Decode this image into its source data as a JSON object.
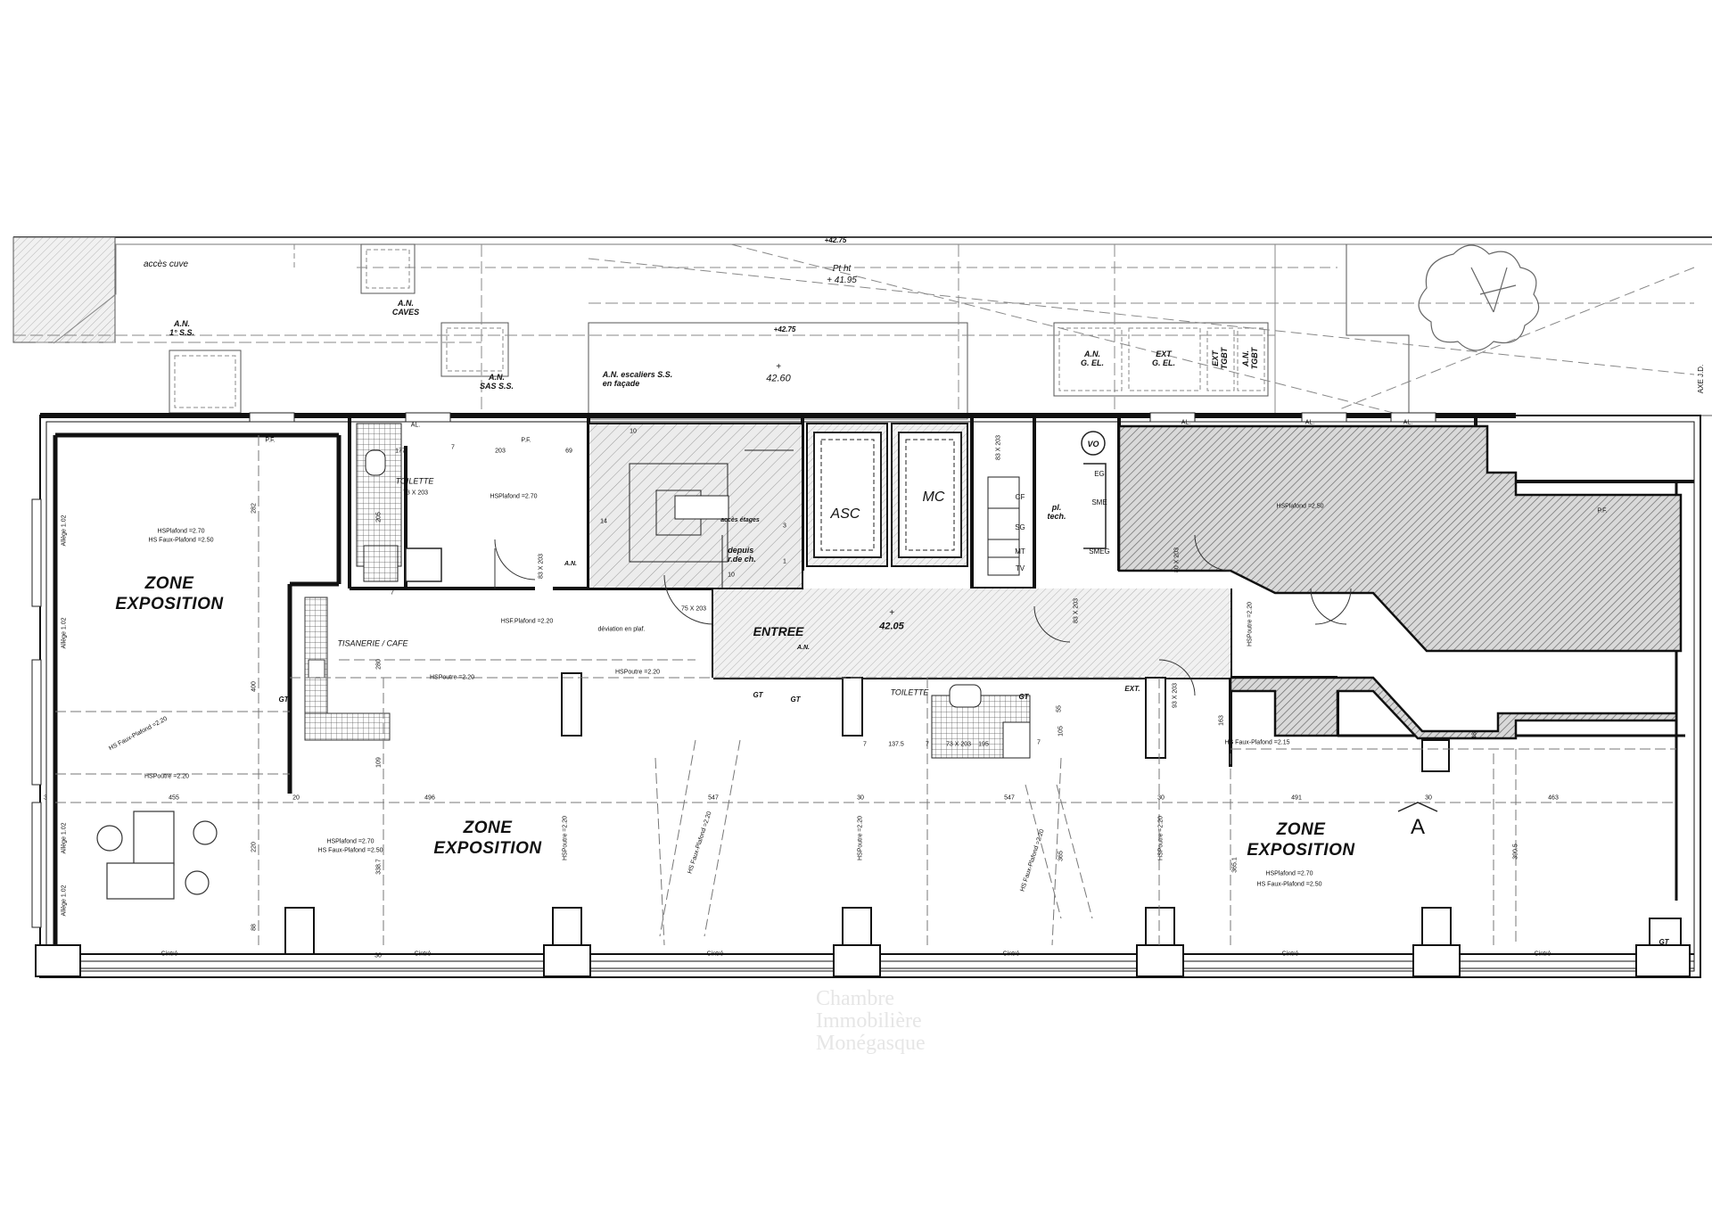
{
  "levels": {
    "top": "+42.75",
    "court": "+42.75",
    "court_spot": "42.60",
    "pt_ht_label": "Pt ht",
    "pt_ht_value": "+ 41.95",
    "hall": "42.05",
    "hall_plus": "+",
    "court_plus": "+"
  },
  "exterior": {
    "acces_cuve": "accès cuve",
    "an_1ss": [
      "A.N.",
      "1° S.S."
    ],
    "an_caves": [
      "A.N.",
      "CAVES"
    ],
    "an_sas": [
      "A.N.",
      "SAS S.S."
    ],
    "an_escaliers": [
      "A.N. escaliers S.S.",
      "en façade"
    ],
    "an_gel": [
      "A.N.",
      "G. EL."
    ],
    "ext_gel": [
      "EXT",
      "G. EL."
    ],
    "ext_tgbt": [
      "EXT",
      "TGBT"
    ],
    "an_tgbt": [
      "A.N.",
      "TGBT"
    ],
    "axe": "AXE J.D."
  },
  "zones": {
    "left": [
      "ZONE",
      "EXPOSITION"
    ],
    "middle": [
      "ZONE",
      "EXPOSITION"
    ],
    "right": [
      "ZONE",
      "EXPOSITION"
    ]
  },
  "rooms": {
    "toilette_top": "TOILETTE",
    "toilette_top_dim": "73 X 203",
    "toilette_bottom": "TOILETTE",
    "toilette_bottom_dim": "73 X 203",
    "tisanerie": "TISANERIE / CAFE",
    "entree": "ENTREE",
    "asc": "ASC",
    "mc": "MC",
    "vo": "VO",
    "pl_tech": [
      "pl.",
      "tech."
    ],
    "cf": "CF",
    "sg": "SG",
    "mt": "MT",
    "tv": "TV",
    "eg": "EG",
    "sme": "SME",
    "smeg": "SMEG",
    "acces_etages": "accès étages",
    "depuis": [
      "depuis",
      "r.de ch."
    ],
    "deviation": "déviation en plaf.",
    "an_small_1": "A.N.",
    "an_small_2": "A.N.",
    "ext_small": "EXT.",
    "gt": "GT"
  },
  "heights": {
    "left_plafond": "HSPlafond =2.70",
    "left_faux": "HS Faux-Plafond =2.50",
    "office_plafond": "HSPlafond =2.70",
    "mid_plafond": "HSPlafond =2.70",
    "mid_faux": "HS Faux-Plafond =2.50",
    "right_plafond": "HSPlafond =2.70",
    "right_faux": "HS Faux-Plafond =2.50",
    "hatched_plafond": "HSPlafond =2.50",
    "hsf_plafond": "HSF.Plafond =2.20",
    "hspoutre_a": "HSPoutre =2.20",
    "hspoutre_b": "HSPoutre =2.20",
    "hspoutre_c": "HSPoutre =2.20",
    "faux_215": "HS Faux-Plafond =2.15",
    "faux_220_diag": "HS Faux-Plafond =2.20",
    "hspoutre_v1": "HSPoutre =2.20",
    "hspoutre_v2": "HSPoutre =2.20",
    "hspoutre_v3": "HSPoutre =2.20",
    "hspoutre_v4": "HSPoutre =2.20",
    "hs_faux_diag1": "HS Faux-Plafond =2.20",
    "hs_faux_diag2": "HS Faux-Plafond =2.20"
  },
  "dimensions": {
    "d455": "455",
    "d20": "20",
    "d496": "496",
    "d547a": "547",
    "d30a": "30",
    "d547b": "547",
    "d30b": "30",
    "d491": "491",
    "d30c": "30",
    "d463": "463",
    "d30d": "30",
    "d3": "3",
    "d282": "282",
    "d205": "205",
    "d280": "280",
    "d400": "400",
    "d109": "109",
    "d220": "220",
    "d3387": "338.7",
    "d88": "88",
    "d1375": "137.5",
    "d195": "195",
    "d365": "365",
    "d3651": "365.1",
    "d3905": "390.5",
    "d163": "163",
    "d48": "48",
    "d177": "177",
    "d203": "203",
    "d7a": "7",
    "d69": "69",
    "d55": "55",
    "d105": "105",
    "d7b": "7",
    "d7c": "7",
    "d7d": "7",
    "d7e": "7",
    "d10": "10",
    "d14": "14",
    "d3s": "3",
    "d1s": "1",
    "d10b": "10",
    "door_83a": "83 X 203",
    "door_83b": "83 X 203",
    "door_83c": "83 X 203",
    "door_93": "93 X 203",
    "door_80": "80 X 203",
    "door_75": "75 X 203"
  },
  "facade": {
    "allege1": "Allège 1.02",
    "allege2": "Allège 1.02",
    "allege3": "Allège 1.02",
    "allege4": "Allège 1.02",
    "al": "AL.",
    "pf": "P.F.",
    "cintre": "Cintré"
  },
  "marker": "A",
  "watermark": [
    "Chambre",
    "Immobilière",
    "Monégasque"
  ]
}
